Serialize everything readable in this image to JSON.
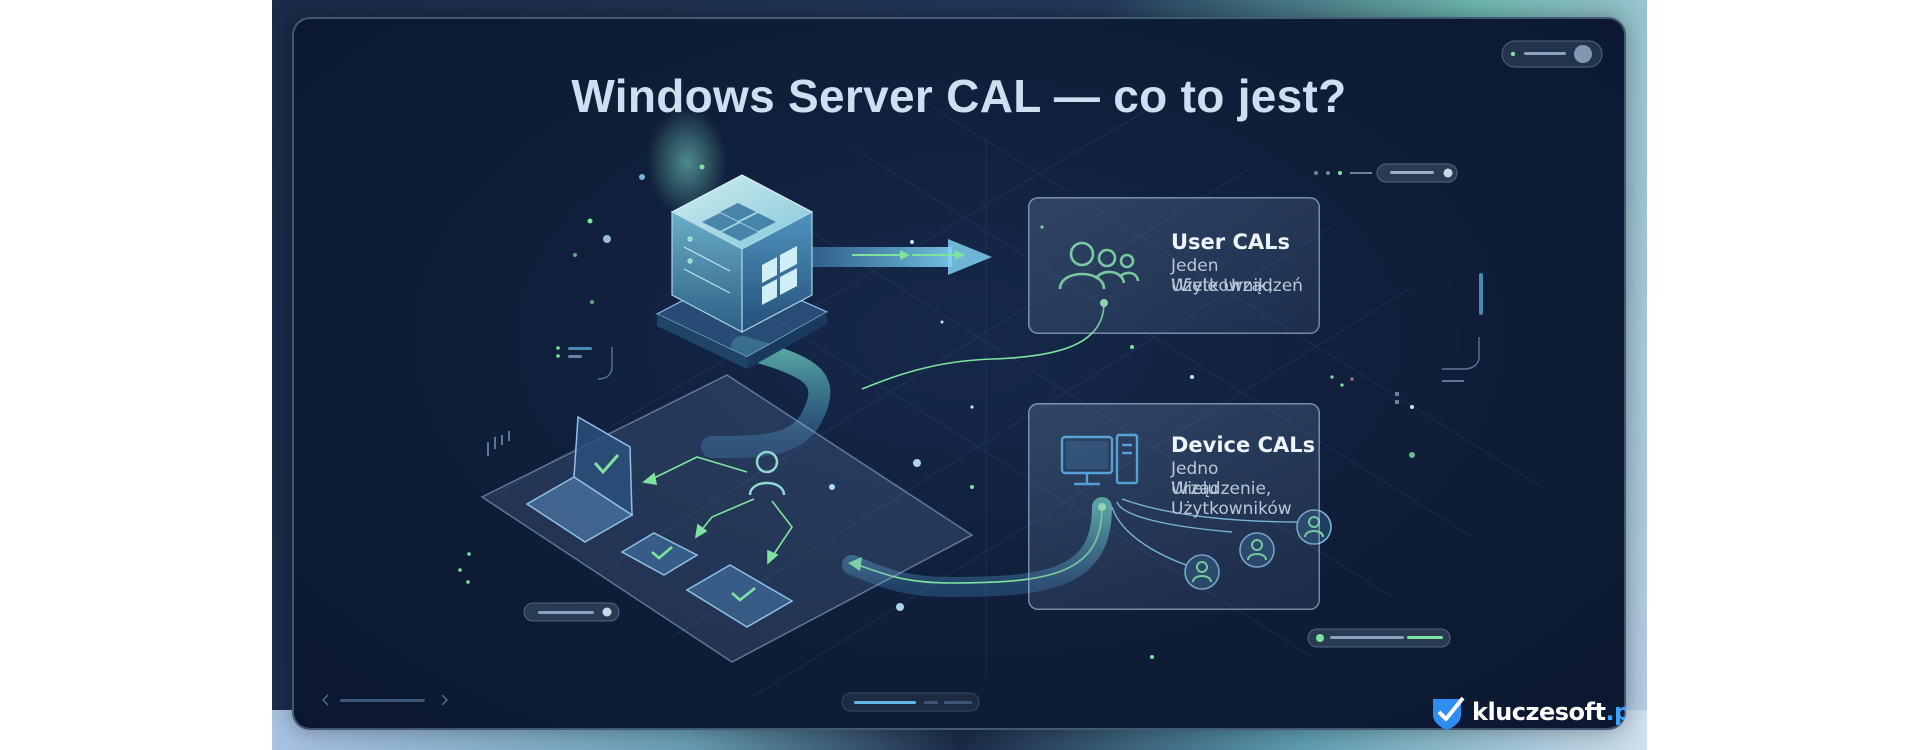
{
  "diagram": {
    "title": "Windows Server CAL — co to jest?",
    "user_card": {
      "title": "User CALs",
      "line1": "Jeden Użytkownik,",
      "line2": "Wiele Urządzeń"
    },
    "device_card": {
      "title": "Device CALs",
      "line1": "Jedno Urządzenie,",
      "line2": "Wielu Użytkowników"
    }
  },
  "brand": {
    "name": "kluczesoft",
    "tld": ".pl"
  },
  "icons": [
    "windows-server-icon",
    "users-group-icon",
    "desktop-computer-icon",
    "laptop-icon",
    "tablet-icon",
    "user-icon",
    "checkmark-icon",
    "kluczesoft-logo-icon"
  ],
  "colors": {
    "panel": "#0f1d38",
    "accent_green": "#7fe3a0",
    "accent_blue": "#4fa9e6",
    "text": "#cde0f2",
    "brand_blue": "#39a4ff"
  }
}
